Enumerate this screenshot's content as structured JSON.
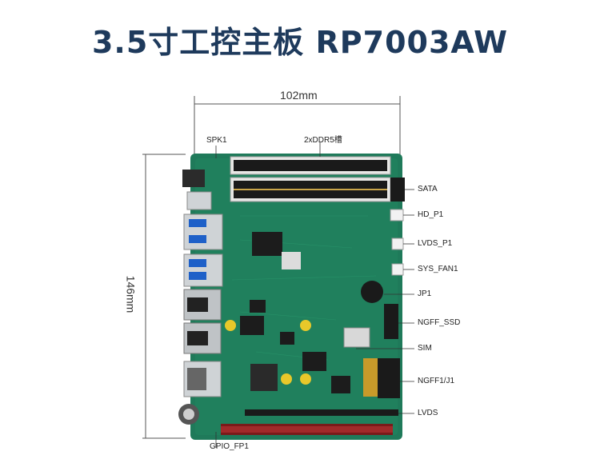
{
  "title": "3.5寸工控主板 RP7003AW",
  "dimensions": {
    "width": "102mm",
    "height": "146mm"
  },
  "top_labels": {
    "spk1": "SPK1",
    "ddr": "2xDDR5槽"
  },
  "right_labels": {
    "sata": "SATA",
    "hd_p1": "HD_P1",
    "lvds_p1": "LVDS_P1",
    "sys_fan1": "SYS_FAN1",
    "jp1": "JP1",
    "ngff_ssd": "NGFF_SSD",
    "sim": "SIM",
    "ngff1_j1": "NGFF1/J1",
    "lvds": "LVDS"
  },
  "bottom_labels": {
    "gpio": "GPIO_FP1"
  },
  "colors": {
    "title": "#1e3a5c",
    "pcb": "#1f7a5a",
    "leader": "#333333"
  }
}
